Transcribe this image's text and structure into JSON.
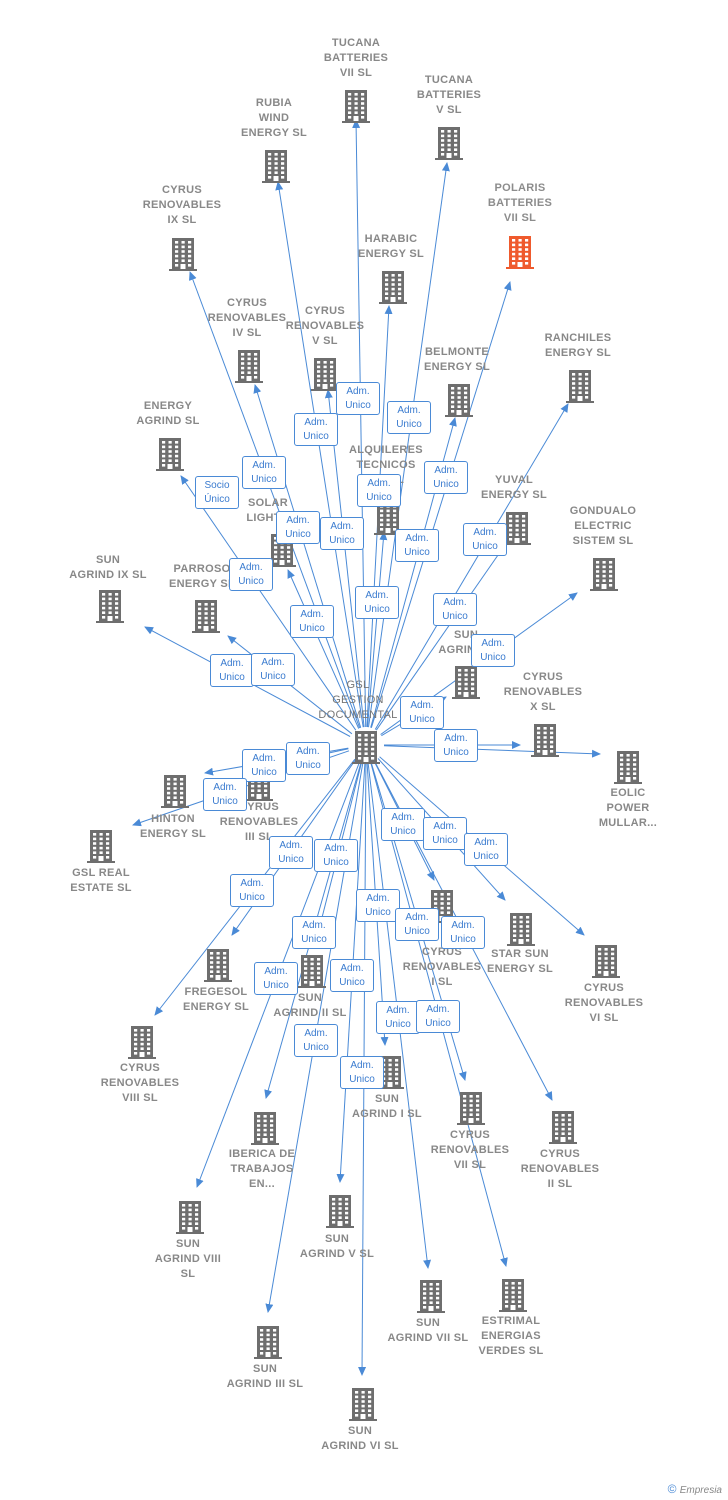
{
  "colors": {
    "edge": "#4a8ad6",
    "node": "#6e6e6e",
    "focus": "#ef5a2d"
  },
  "center": {
    "id": "gsl",
    "label": "GSL\nGESTION\nDOCUMENTAL"
  },
  "nodes": [
    {
      "id": "tucana7",
      "label": "TUCANA\nBATTERIES\nVII  SL"
    },
    {
      "id": "tucana5",
      "label": "TUCANA\nBATTERIES\nV  SL"
    },
    {
      "id": "rubia",
      "label": "RUBIA\nWIND\nENERGY  SL"
    },
    {
      "id": "polaris",
      "label": "POLARIS\nBATTERIES\nVII  SL",
      "focus": true
    },
    {
      "id": "cyrus9",
      "label": "CYRUS\nRENOVABLES\nIX  SL"
    },
    {
      "id": "harabic",
      "label": "HARABIC\nENERGY  SL"
    },
    {
      "id": "cyrus4",
      "label": "CYRUS\nRENOVABLES\nIV  SL"
    },
    {
      "id": "cyrus5",
      "label": "CYRUS\nRENOVABLES\nV  SL"
    },
    {
      "id": "ranchiles",
      "label": "RANCHILES\nENERGY  SL"
    },
    {
      "id": "belmonte",
      "label": "BELMONTE\nENERGY  SL"
    },
    {
      "id": "energyagrind",
      "label": "ENERGY\nAGRIND  SL"
    },
    {
      "id": "alquileres",
      "label": "ALQUILERES\nTECNICOS\nD...  SL"
    },
    {
      "id": "yuval",
      "label": "YUVAL\nENERGY  SL"
    },
    {
      "id": "solar",
      "label": "SOLAR\nLIGHT..."
    },
    {
      "id": "gondualo",
      "label": "GONDUALO\nELECTRIC\nSISTEM  SL"
    },
    {
      "id": "sunagrind9",
      "label": "SUN\nAGRIND IX  SL"
    },
    {
      "id": "parroso",
      "label": "PARROSO\nENERGY  SL"
    },
    {
      "id": "sunagrind_x",
      "label": "SUN\nAGRIND..."
    },
    {
      "id": "cyrus10",
      "label": "CYRUS\nRENOVABLES\nX  SL"
    },
    {
      "id": "eolic",
      "label": "EOLIC\nPOWER\nMULLAR..."
    },
    {
      "id": "hinton",
      "label": "HINTON\nENERGY  SL"
    },
    {
      "id": "cyrus3",
      "label": "CYRUS\nRENOVABLES\nIII  SL"
    },
    {
      "id": "gslreal",
      "label": "GSL REAL\nESTATE  SL"
    },
    {
      "id": "cyrus1",
      "label": "CYRUS\nRENOVABLES\nI  SL"
    },
    {
      "id": "starsun",
      "label": "STAR SUN\nENERGY  SL"
    },
    {
      "id": "cyrus6",
      "label": "CYRUS\nRENOVABLES\nVI  SL"
    },
    {
      "id": "fregesol",
      "label": "FREGESOL\nENERGY  SL"
    },
    {
      "id": "sunagrind2",
      "label": "SUN\nAGRIND II  SL"
    },
    {
      "id": "cyrus8",
      "label": "CYRUS\nRENOVABLES\nVIII  SL"
    },
    {
      "id": "sunagrind1",
      "label": "SUN\nAGRIND I  SL"
    },
    {
      "id": "cyrus7",
      "label": "CYRUS\nRENOVABLES\nVII  SL"
    },
    {
      "id": "cyrus2",
      "label": "CYRUS\nRENOVABLES\nII  SL"
    },
    {
      "id": "iberica",
      "label": "IBERICA DE\nTRABAJOS\nEN..."
    },
    {
      "id": "sunagrind8",
      "label": "SUN\nAGRIND VIII\nSL"
    },
    {
      "id": "sunagrind5",
      "label": "SUN\nAGRIND V  SL"
    },
    {
      "id": "sunagrind7",
      "label": "SUN\nAGRIND VII  SL"
    },
    {
      "id": "estrimal",
      "label": "ESTRIMAL\nENERGIAS\nVERDES  SL"
    },
    {
      "id": "sunagrind3",
      "label": "SUN\nAGRIND III  SL"
    },
    {
      "id": "sunagrind6",
      "label": "SUN\nAGRIND VI  SL"
    }
  ],
  "edges": [
    {
      "to": "tucana7",
      "label": "Adm.\nUnico"
    },
    {
      "to": "tucana5",
      "label": "Adm.\nUnico"
    },
    {
      "to": "rubia",
      "label": "Adm.\nUnico"
    },
    {
      "to": "polaris",
      "label": "Adm.\nUnico"
    },
    {
      "to": "cyrus9",
      "label": "Adm.\nUnico"
    },
    {
      "to": "harabic",
      "label": "Adm.\nUnico"
    },
    {
      "to": "cyrus4",
      "label": "Adm.\nUnico"
    },
    {
      "to": "cyrus5",
      "label": "Adm.\nUnico"
    },
    {
      "to": "ranchiles",
      "label": "Adm.\nUnico"
    },
    {
      "to": "belmonte",
      "label": "Adm.\nUnico"
    },
    {
      "to": "energyagrind",
      "label": "Socio\nÚnico"
    },
    {
      "to": "alquileres",
      "label": "Adm.\nUnico"
    },
    {
      "to": "yuval",
      "label": "Adm.\nUnico"
    },
    {
      "to": "solar",
      "label": "Adm.\nUnico"
    },
    {
      "to": "gondualo",
      "label": "Adm.\nUnico"
    },
    {
      "to": "sunagrind9",
      "label": "Adm.\nUnico"
    },
    {
      "to": "parroso",
      "label": "Adm.\nUnico"
    },
    {
      "to": "sunagrind_x",
      "label": "Adm.\nUnico"
    },
    {
      "to": "cyrus10",
      "label": "Adm.\nUnico"
    },
    {
      "to": "eolic",
      "label": "Adm.\nUnico"
    },
    {
      "to": "hinton",
      "label": "Adm.\nUnico"
    },
    {
      "to": "cyrus3",
      "label": "Adm.\nUnico"
    },
    {
      "to": "gslreal",
      "label": "Adm.\nUnico"
    },
    {
      "to": "cyrus1",
      "label": "Adm.\nUnico"
    },
    {
      "to": "starsun",
      "label": "Adm.\nUnico"
    },
    {
      "to": "cyrus6",
      "label": "Adm.\nUnico"
    },
    {
      "to": "fregesol",
      "label": "Adm.\nUnico"
    },
    {
      "to": "sunagrind2",
      "label": "Adm.\nUnico"
    },
    {
      "to": "cyrus8",
      "label": "Adm.\nUnico"
    },
    {
      "to": "sunagrind1",
      "label": "Adm.\nUnico"
    },
    {
      "to": "cyrus7",
      "label": "Adm.\nUnico"
    },
    {
      "to": "cyrus2",
      "label": "Adm.\nUnico"
    },
    {
      "to": "iberica",
      "label": "Adm.\nUnico"
    },
    {
      "to": "sunagrind8",
      "label": "Adm.\nUnico"
    },
    {
      "to": "sunagrind5",
      "label": "Adm.\nUnico"
    },
    {
      "to": "sunagrind7",
      "label": "Adm.\nUnico"
    },
    {
      "to": "estrimal",
      "label": "Adm.\nUnico"
    },
    {
      "to": "sunagrind3",
      "label": "Adm.\nUnico"
    },
    {
      "to": "sunagrind6",
      "label": "Adm.\nUnico"
    }
  ],
  "footer": {
    "copyright": "©",
    "brand": "Empresia"
  }
}
